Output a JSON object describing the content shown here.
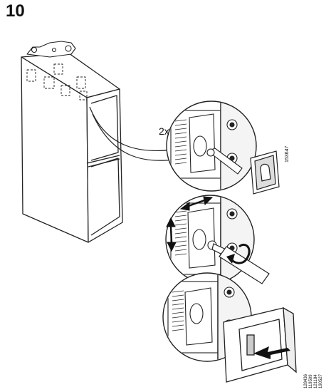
{
  "step": {
    "number": "10"
  },
  "callout": {
    "quantity": "2x"
  },
  "part": {
    "code": "153647"
  },
  "doc_codes": [
    "128436",
    "119509",
    "121184",
    "190527"
  ],
  "icons": {
    "cabinet": "wall-cabinet-illustration",
    "hanger": "suspension-fitting-icon",
    "screwdriver": "screwdriver-icon",
    "rotate": "rotate-arrow-icon",
    "horizontal": "horizontal-adjust-arrow-icon",
    "vertical": "vertical-adjust-arrow-icon",
    "cover": "cover-cap-icon",
    "push": "push-arrow-icon"
  }
}
